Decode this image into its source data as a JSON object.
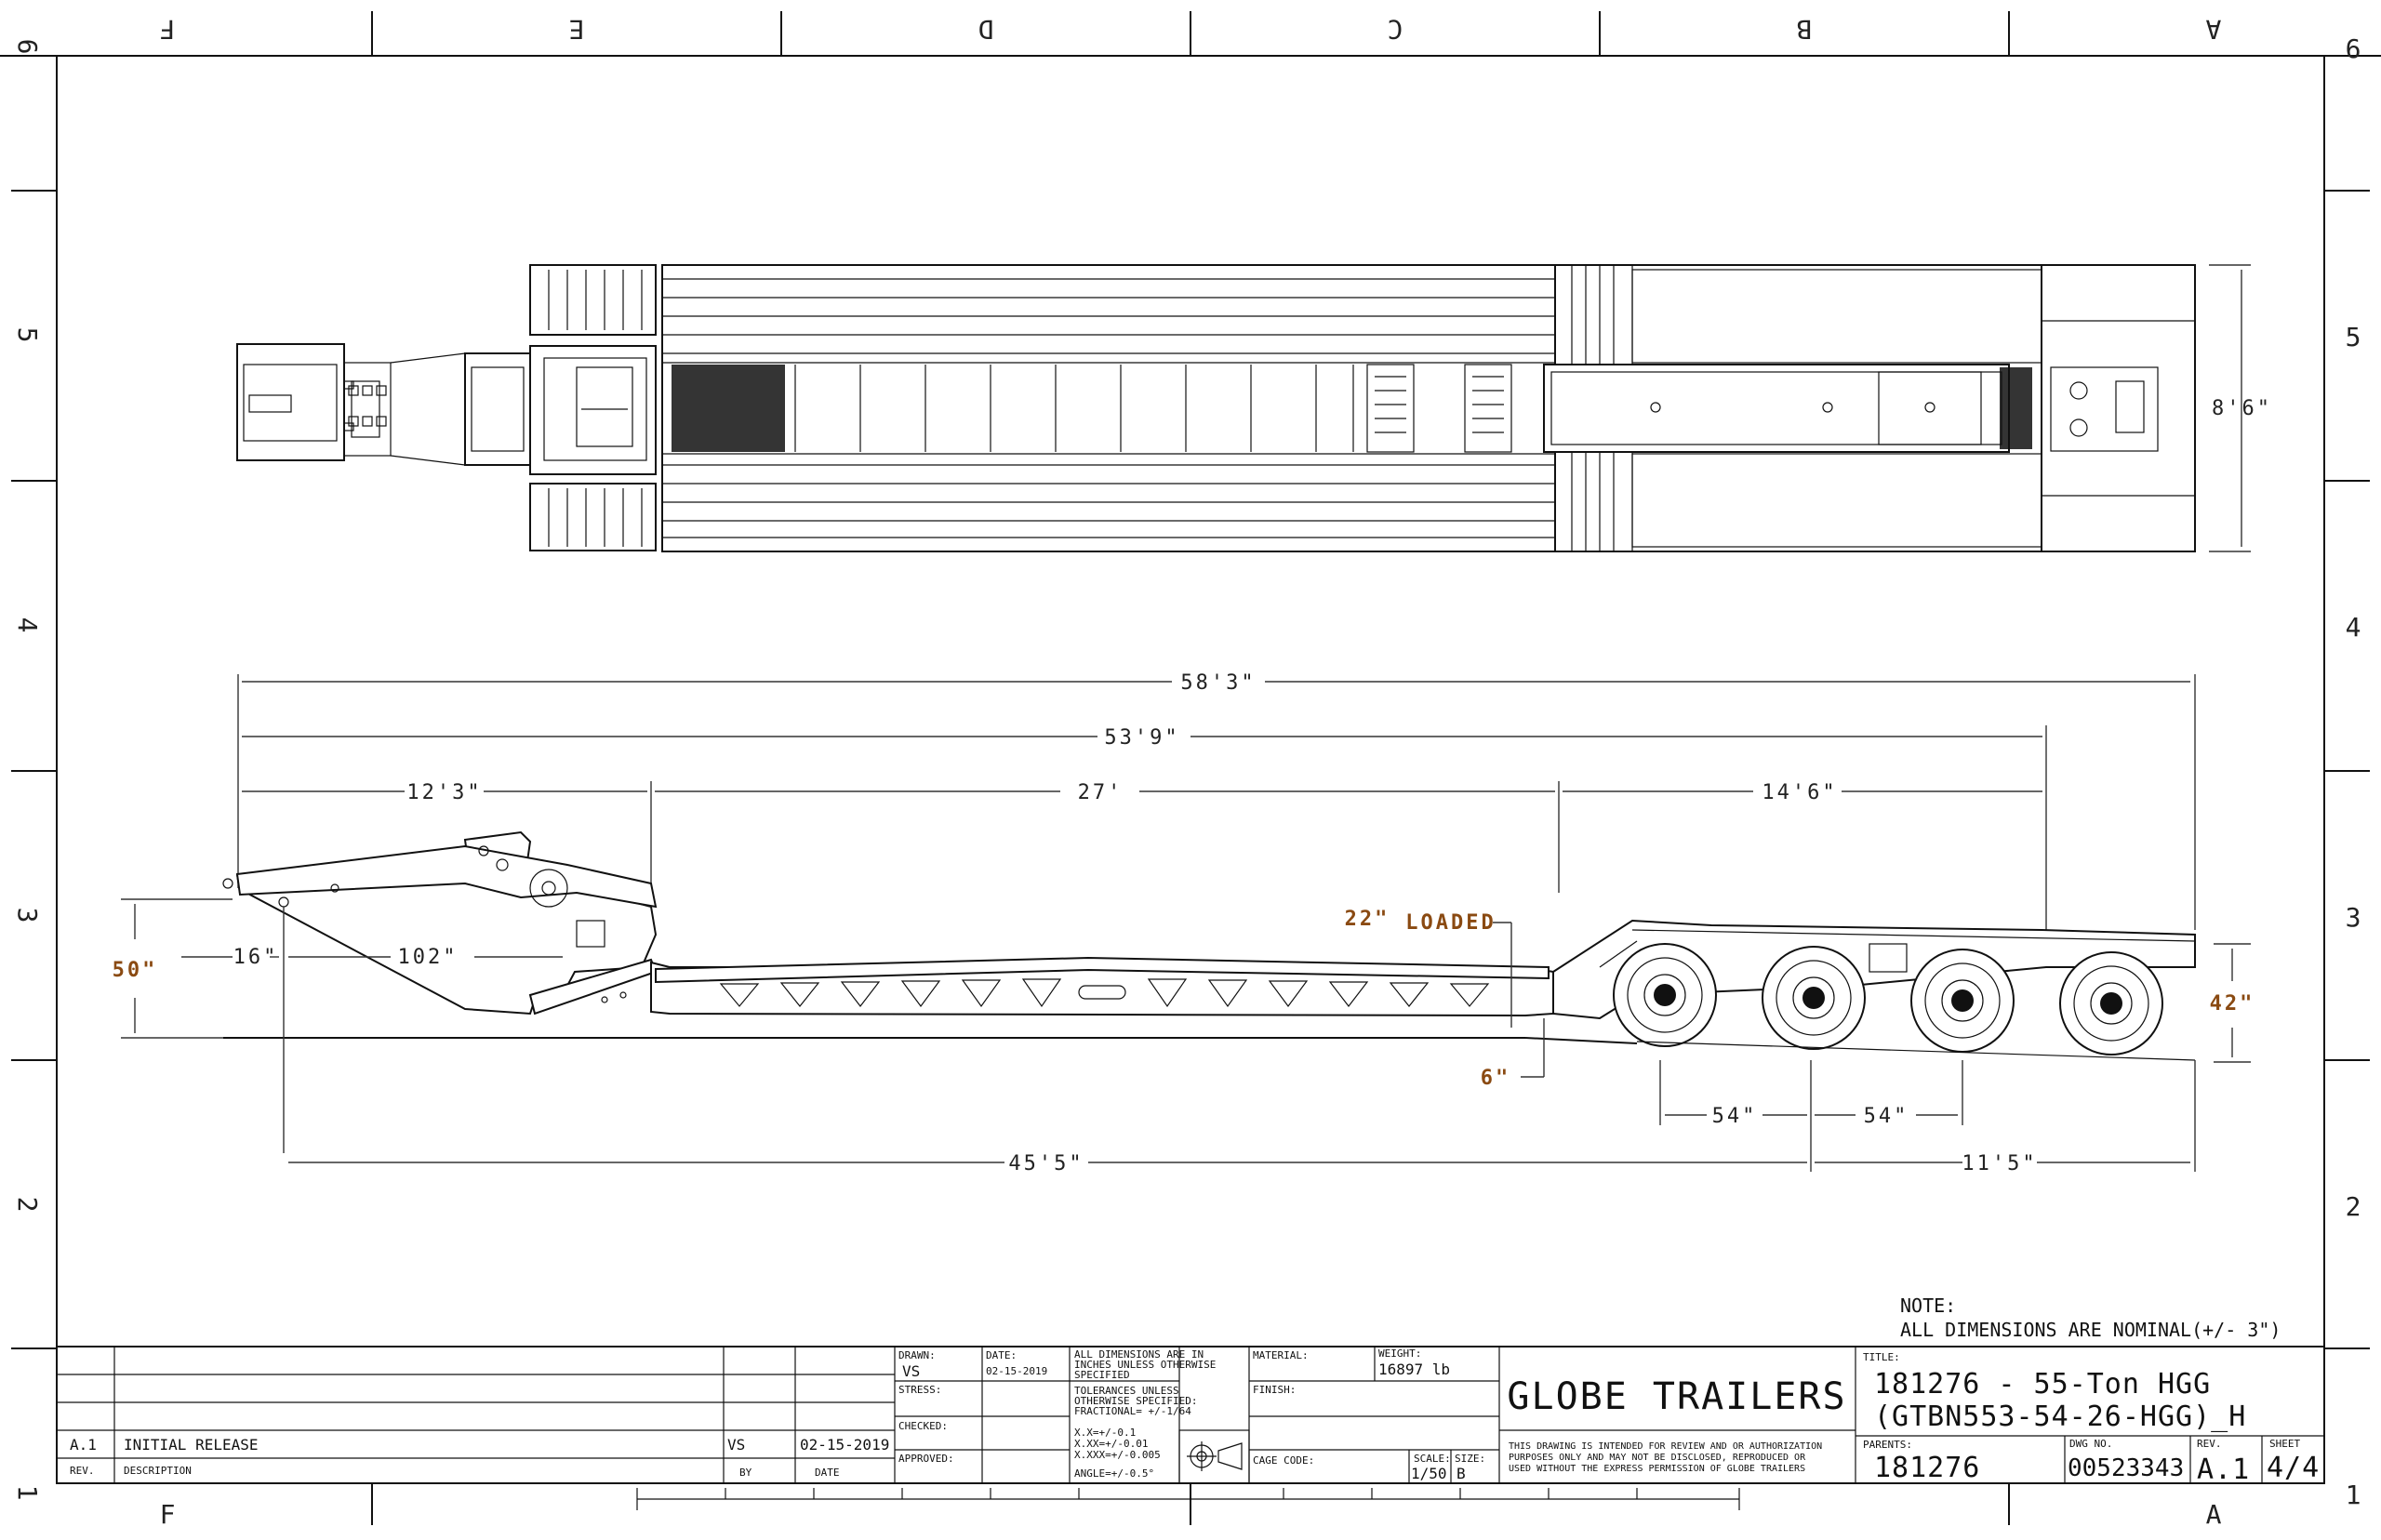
{
  "zones": {
    "columns": [
      "F",
      "E",
      "D",
      "C",
      "B",
      "A"
    ],
    "rows": [
      "6",
      "5",
      "4",
      "3",
      "2",
      "1"
    ]
  },
  "dimensions": {
    "overall_width": "8'6\"",
    "overall_length": "58'3\"",
    "length_to_rear_axle": "53'9\"",
    "gooseneck": "12'3\"",
    "deck": "27'",
    "rear_section": "14'6\"",
    "gooseneck_height": "50\"",
    "kingpin_offset": "16\"",
    "gooseneck_reach": "102\"",
    "loaded_deck_height": "22\"",
    "loaded_label": "LOADED",
    "ground_clearance": "6\"",
    "rear_deck_height": "42\"",
    "axle_spread_1": "54\"",
    "axle_spread_2": "54\"",
    "kingpin_to_axle": "45'5\"",
    "axle_to_rear": "11'5\""
  },
  "note": {
    "heading": "NOTE:",
    "text": "ALL DIMENSIONS ARE NOMINAL(+/- 3\")"
  },
  "title_block": {
    "revision_rows": [
      {
        "rev": "A.1",
        "description": "INITIAL RELEASE",
        "by": "VS",
        "date": "02-15-2019"
      }
    ],
    "rev_header": "REV.",
    "description_header": "DESCRIPTION",
    "by_header": "BY",
    "date_header": "DATE",
    "drawn_label": "DRAWN:",
    "drawn_value": "VS",
    "date_label": "DATE:",
    "date_value": "02-15-2019",
    "stress_label": "STRESS:",
    "checked_label": "CHECKED:",
    "approved_label": "APPROVED:",
    "dims_note_1": "ALL DIMENSIONS ARE IN",
    "dims_note_2": "INCHES UNLESS OTHERWISE",
    "dims_note_3": "SPECIFIED",
    "tol_1": "TOLERANCES UNLESS",
    "tol_2": "OTHERWISE SPECIFIED:",
    "tol_3": "FRACTIONAL= +/-1/64",
    "tol_4": "X.X=+/-0.1",
    "tol_5": "X.XX=+/-0.01",
    "tol_6": "X.XXX=+/-0.005",
    "tol_7": "ANGLE=+/-0.5°",
    "material_label": "MATERIAL:",
    "weight_label": "WEIGHT:",
    "weight_value": "16897 lb",
    "finish_label": "FINISH:",
    "cage_label": "CAGE CODE:",
    "scale_label": "SCALE:",
    "scale_value": "1/50",
    "size_label": "SIZE:",
    "size_value": "B",
    "company": "GLOBE TRAILERS",
    "disclaimer_1": "THIS DRAWING IS INTENDED FOR REVIEW AND OR AUTHORIZATION",
    "disclaimer_2": "PURPOSES ONLY AND MAY NOT BE DISCLOSED, REPRODUCED OR",
    "disclaimer_3": "USED WITHOUT THE EXPRESS PERMISSION OF GLOBE TRAILERS",
    "title_label": "TITLE:",
    "title_line1": "181276 - 55-Ton HGG",
    "title_line2": "(GTBN553-54-26-HGG)_H",
    "parents_label": "PARENTS:",
    "parents_value": "181276",
    "dwg_label": "DWG NO.",
    "dwg_value": "00523343",
    "rev_label": "REV.",
    "rev_value": "A.1",
    "sheet_label": "SHEET",
    "sheet_value": "4/4"
  }
}
